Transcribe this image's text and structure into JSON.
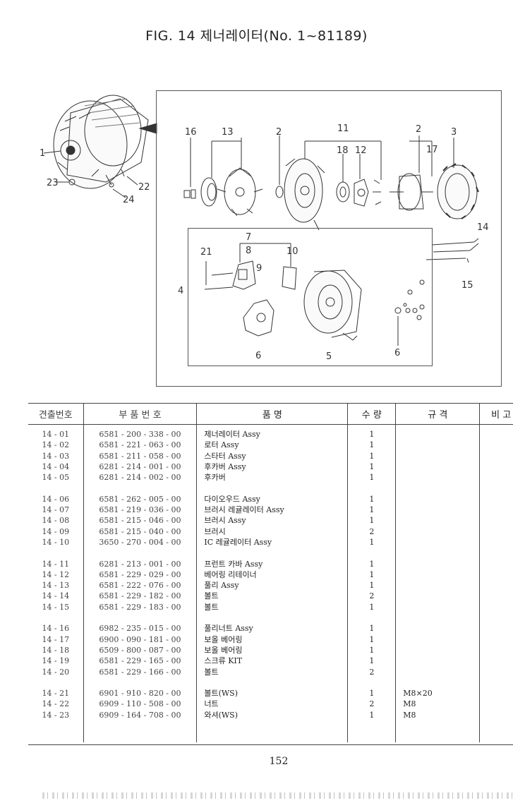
{
  "title": "FIG. 14 제너레이터(No. 1~81189)",
  "figure": {
    "callouts": [
      "1",
      "2",
      "2",
      "3",
      "4",
      "5",
      "6",
      "6",
      "7",
      "8",
      "9",
      "10",
      "11",
      "12",
      "13",
      "14",
      "15",
      "16",
      "17",
      "18",
      "21",
      "22",
      "23",
      "24"
    ]
  },
  "table": {
    "headers": [
      "견출번호",
      "부 품 번 호",
      "품            명",
      "수 량",
      "규     격",
      "비 고"
    ],
    "groups": [
      [
        {
          "no": "14 - 01",
          "part": "6581 - 200 - 338 - 00",
          "name": "제너레이터 Assy",
          "qty": "1",
          "spec": ""
        },
        {
          "no": "14 - 02",
          "part": "6581 - 221 - 063 - 00",
          "name": "로터 Assy",
          "qty": "1",
          "spec": ""
        },
        {
          "no": "14 - 03",
          "part": "6581 - 211 - 058 - 00",
          "name": "스타터 Assy",
          "qty": "1",
          "spec": ""
        },
        {
          "no": "14 - 04",
          "part": "6281 - 214 - 001 - 00",
          "name": "후카버 Assy",
          "qty": "1",
          "spec": ""
        },
        {
          "no": "14 - 05",
          "part": "6281 - 214 - 002 - 00",
          "name": "후카버",
          "qty": "1",
          "spec": ""
        }
      ],
      [
        {
          "no": "14 - 06",
          "part": "6581 - 262 - 005 - 00",
          "name": "다이오우드 Assy",
          "qty": "1",
          "spec": ""
        },
        {
          "no": "14 - 07",
          "part": "6581 - 219 - 036 - 00",
          "name": "브러시 레귤레이터 Assy",
          "qty": "1",
          "spec": ""
        },
        {
          "no": "14 - 08",
          "part": "6581 - 215 - 046 - 00",
          "name": "브러시 Assy",
          "qty": "1",
          "spec": ""
        },
        {
          "no": "14 - 09",
          "part": "6581 - 215 - 040 - 00",
          "name": "브러시",
          "qty": "2",
          "spec": ""
        },
        {
          "no": "14 - 10",
          "part": "3650 - 270 - 004 - 00",
          "name": "IC 레귤레이터 Assy",
          "qty": "1",
          "spec": ""
        }
      ],
      [
        {
          "no": "14 - 11",
          "part": "6281 - 213 - 001 - 00",
          "name": "프런트 카바 Assy",
          "qty": "1",
          "spec": ""
        },
        {
          "no": "14 - 12",
          "part": "6581 - 229 - 029 - 00",
          "name": "베어링 리테이너",
          "qty": "1",
          "spec": ""
        },
        {
          "no": "14 - 13",
          "part": "6581 - 222 - 076 - 00",
          "name": "풀리 Assy",
          "qty": "1",
          "spec": ""
        },
        {
          "no": "14 - 14",
          "part": "6581 - 229 - 182 - 00",
          "name": "볼트",
          "qty": "2",
          "spec": ""
        },
        {
          "no": "14 - 15",
          "part": "6581 - 229 - 183 - 00",
          "name": "볼트",
          "qty": "1",
          "spec": ""
        }
      ],
      [
        {
          "no": "14 - 16",
          "part": "6982 - 235 - 015 - 00",
          "name": "풀리너트 Assy",
          "qty": "1",
          "spec": ""
        },
        {
          "no": "14 - 17",
          "part": "6900 - 090 - 181 - 00",
          "name": "보올 베어링",
          "qty": "1",
          "spec": ""
        },
        {
          "no": "14 - 18",
          "part": "6509 - 800 - 087 - 00",
          "name": "보올 베어링",
          "qty": "1",
          "spec": ""
        },
        {
          "no": "14 - 19",
          "part": "6581 - 229 - 165 - 00",
          "name": "스크류 KIT",
          "qty": "1",
          "spec": ""
        },
        {
          "no": "14 - 20",
          "part": "6581 - 229 - 166 - 00",
          "name": "볼트",
          "qty": "2",
          "spec": ""
        }
      ],
      [
        {
          "no": "14 - 21",
          "part": "6901 - 910 - 820 - 00",
          "name": "볼트(WS)",
          "qty": "1",
          "spec": "M8×20"
        },
        {
          "no": "14 - 22",
          "part": "6909 - 110 - 508 - 00",
          "name": "너트",
          "qty": "2",
          "spec": "M8"
        },
        {
          "no": "14 - 23",
          "part": "6909 - 164 - 708 - 00",
          "name": "와셔(WS)",
          "qty": "1",
          "spec": "M8"
        }
      ]
    ]
  },
  "page_number": "152"
}
